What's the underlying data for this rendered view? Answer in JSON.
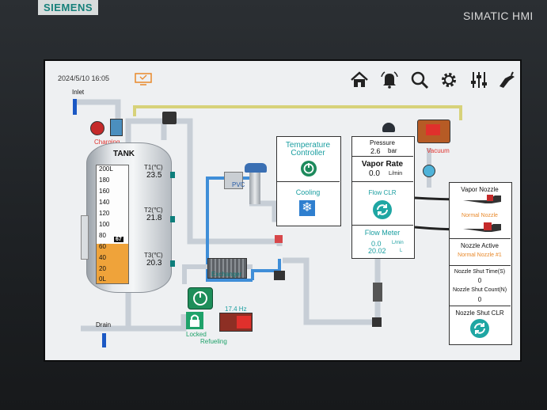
{
  "device": {
    "brand": "SIEMENS",
    "model": "SIMATIC HMI"
  },
  "header": {
    "datetime": "2024/5/10 16:05",
    "icons": [
      "monitor-icon",
      "home-icon",
      "alarm-bell-icon",
      "search-icon",
      "gear-icon",
      "sliders-icon",
      "fuel-nozzle-icon"
    ]
  },
  "labels": {
    "inlet": "Inlet",
    "drain": "Drain",
    "charging": "Charging",
    "tank": "TANK",
    "pvc": "PVC",
    "exchanger": "Exchanger",
    "vacuum": "Vacuum",
    "locked": "Locked",
    "refueling": "Refueling",
    "frequency": "17.4 Hz"
  },
  "tank": {
    "scale": [
      "200L",
      "180",
      "160",
      "140",
      "120",
      "100",
      "80",
      "60",
      "40",
      "20",
      "0L"
    ],
    "level_value": "67",
    "level_fraction": 0.335,
    "temps": [
      {
        "label": "T1(℃)",
        "value": "23.5"
      },
      {
        "label": "T2(℃)",
        "value": "21.8"
      },
      {
        "label": "T3(℃)",
        "value": "20.3"
      }
    ]
  },
  "temp_controller": {
    "title_line1": "Temperature",
    "title_line2": "Controller",
    "cooling": "Cooling"
  },
  "readings": {
    "pressure_label": "Pressure",
    "pressure_value": "2.6",
    "pressure_unit": "bar",
    "vapor_rate_label": "Vapor Rate",
    "vapor_rate_value": "0.0",
    "vapor_rate_unit": "L/min",
    "flow_clr_label": "Flow CLR",
    "flow_meter_label": "Flow Meter",
    "flow_meter_rate": "0.0",
    "flow_meter_rate_unit": "L/min",
    "flow_meter_total": "20.02",
    "flow_meter_total_unit": "L"
  },
  "nozzle": {
    "vapor_nozzle_label": "Vapor Nozzle",
    "nozzle_state": "Normal Nozzle",
    "nozzle_active_label": "Nozzle Active",
    "nozzle_active_value": "Normal Nozzle #1",
    "shut_time_label": "Nozzle Shut Time(S)",
    "shut_time_value": "0",
    "shut_count_label": "Nozzle Shut Count(N)",
    "shut_count_value": "0",
    "shut_clr_label": "Nozzle Shut CLR"
  },
  "colors": {
    "teal": "#1a9ea0",
    "orange": "#e8892b",
    "alarm_red": "#e0302c",
    "gauge_fill": "#efa33a"
  }
}
